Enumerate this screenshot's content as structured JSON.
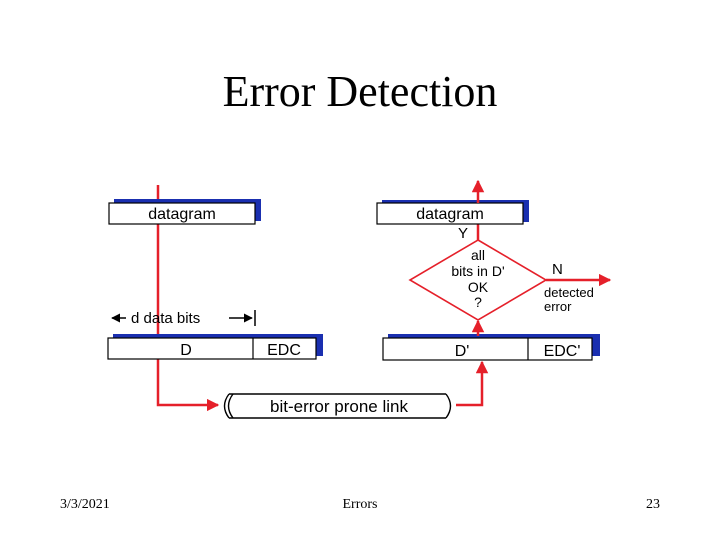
{
  "slide": {
    "title": "Error Detection",
    "footer_date": "3/3/2021",
    "footer_center": "Errors",
    "page_number": "23"
  },
  "diagram": {
    "sender": {
      "datagram_label": "datagram",
      "d_label": "D",
      "edc_label": "EDC",
      "d_bits_label": "d data bits"
    },
    "receiver": {
      "datagram_label": "datagram",
      "d_label": "D'",
      "edc_label": "EDC'",
      "yes_label": "Y",
      "no_label": "N",
      "decision_line1": "all",
      "decision_line2": "bits in D'",
      "decision_line3": "OK",
      "decision_line4": "?",
      "detected_line1": "detected",
      "detected_line2": "error"
    },
    "link_label": "bit-error prone link",
    "colors": {
      "arrow": "#e5202a",
      "box_shadow": "#1a2fb0",
      "box_border": "#000000"
    }
  }
}
